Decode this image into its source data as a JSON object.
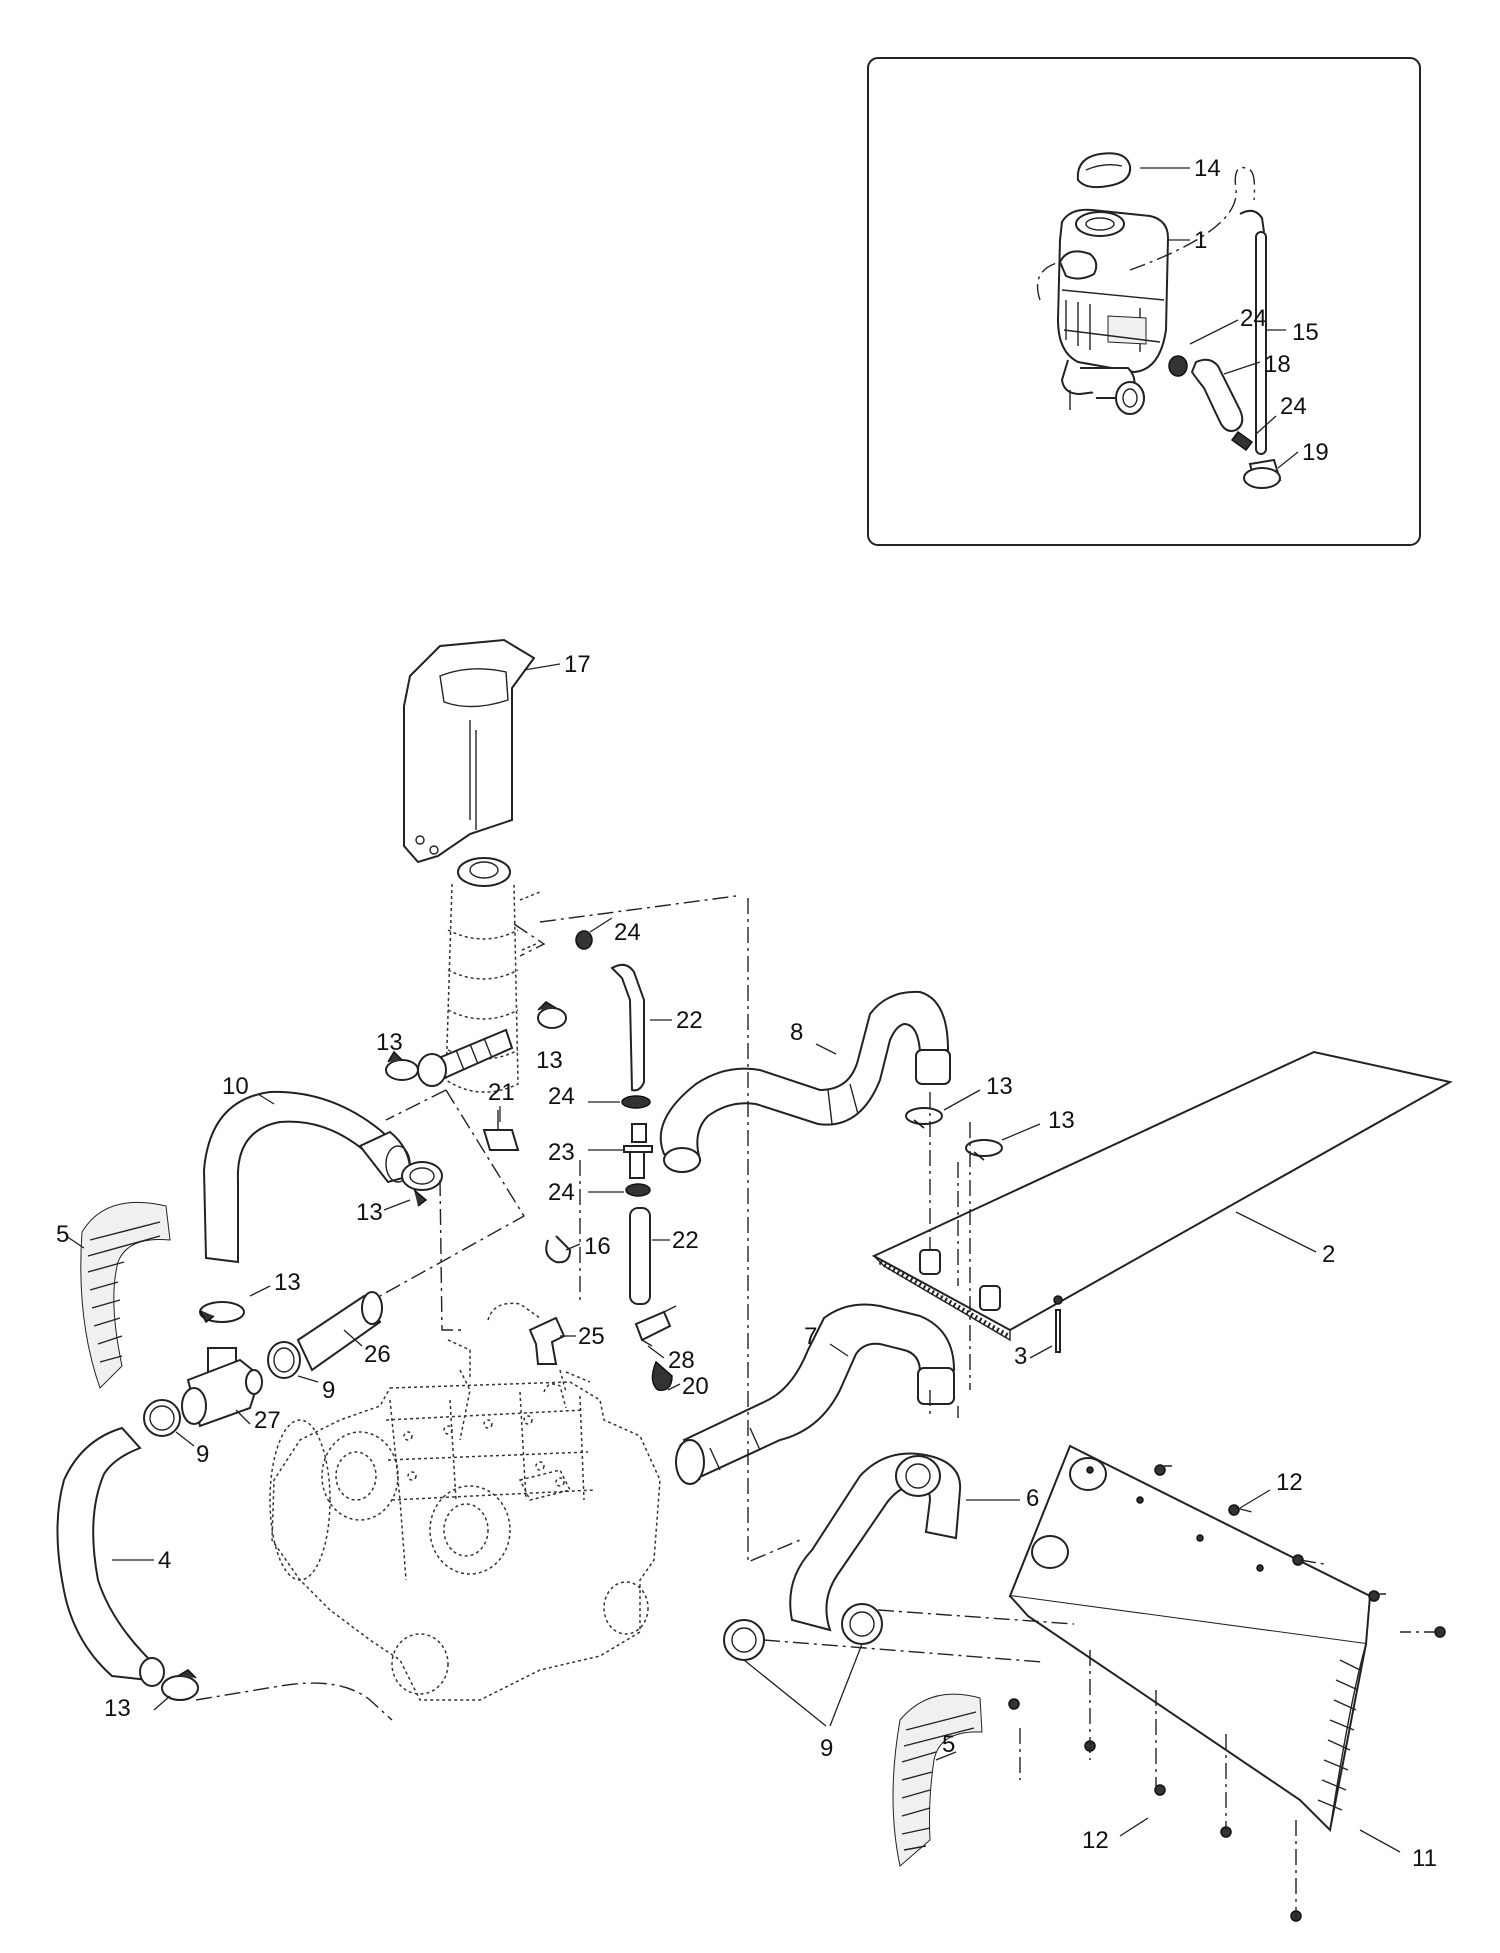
{
  "diagram": {
    "callouts": {
      "c1": "1",
      "c2": "2",
      "c3": "3",
      "c4": "4",
      "c5a": "5",
      "c5b": "5",
      "c6": "6",
      "c7": "7",
      "c8": "8",
      "c9a": "9",
      "c9b": "9",
      "c9c": "9",
      "c10": "10",
      "c11": "11",
      "c12a": "12",
      "c12b": "12",
      "c13a": "13",
      "c13b": "13",
      "c13c": "13",
      "c13d": "13",
      "c13e": "13",
      "c13f": "13",
      "c13g": "13",
      "c14": "14",
      "c15": "15",
      "c16": "16",
      "c17": "17",
      "c18": "18",
      "c19": "19",
      "c20": "20",
      "c21": "21",
      "c22a": "22",
      "c22b": "22",
      "c23": "23",
      "c24a": "24",
      "c24b": "24",
      "c24c": "24",
      "c24d": "24",
      "c24e": "24",
      "c25": "25",
      "c26": "26",
      "c27": "27",
      "c28": "28"
    }
  }
}
